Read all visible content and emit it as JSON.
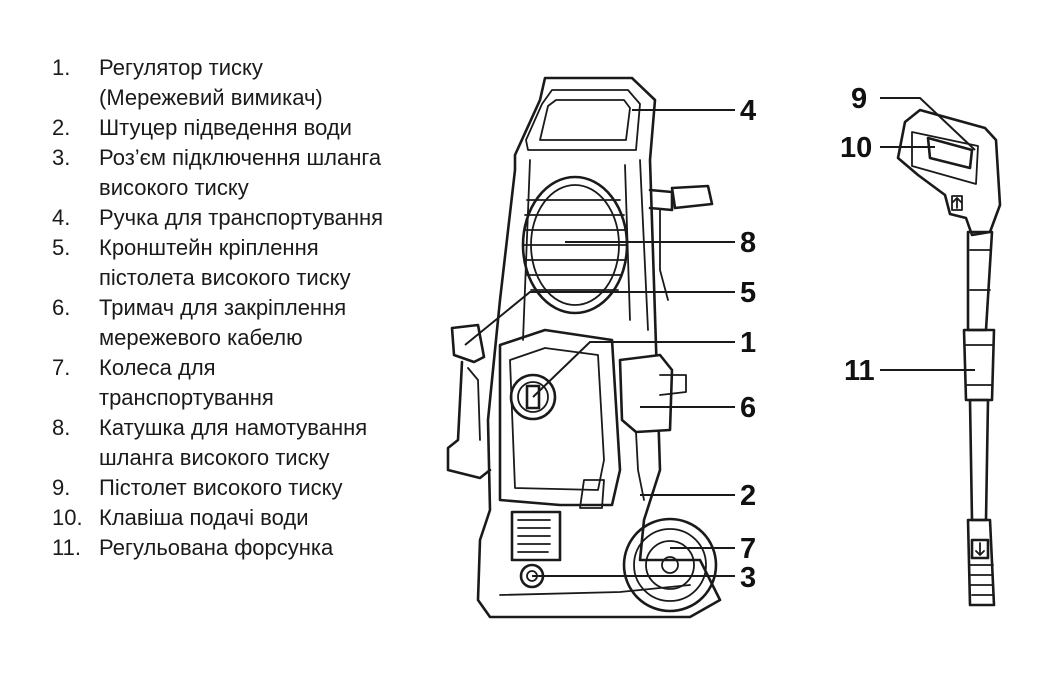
{
  "legend": [
    {
      "num": "1.",
      "text": "Регулятор тиску",
      "text2": "(Мережевий вимикач)"
    },
    {
      "num": "2.",
      "text": "Штуцер підведення води",
      "text2": ""
    },
    {
      "num": "3.",
      "text": "Роз’єм підключення шланга",
      "text2": "високого тиску"
    },
    {
      "num": "4.",
      "text": "Ручка для транспортування",
      "text2": ""
    },
    {
      "num": "5.",
      "text": "Кронштейн кріплення",
      "text2": "пістолета високого тиску"
    },
    {
      "num": "6.",
      "text": "Тримач для закріплення",
      "text2": "мережевого кабелю"
    },
    {
      "num": "7.",
      "text": "Колеса для",
      "text2": "транспортування"
    },
    {
      "num": "8.",
      "text": "Катушка для намотування",
      "text2": "шланга високого тиску"
    },
    {
      "num": "9.",
      "text": "Пістолет високого тиску",
      "text2": ""
    },
    {
      "num": "10.",
      "text": "Клавіша подачі води",
      "text2": ""
    },
    {
      "num": "11.",
      "text": "Регульована форсунка",
      "text2": ""
    }
  ],
  "callouts": {
    "c1": "1",
    "c2": "2",
    "c3": "3",
    "c4": "4",
    "c5": "5",
    "c6": "6",
    "c7": "7",
    "c8": "8",
    "c9": "9",
    "c10": "10",
    "c11": "11"
  }
}
